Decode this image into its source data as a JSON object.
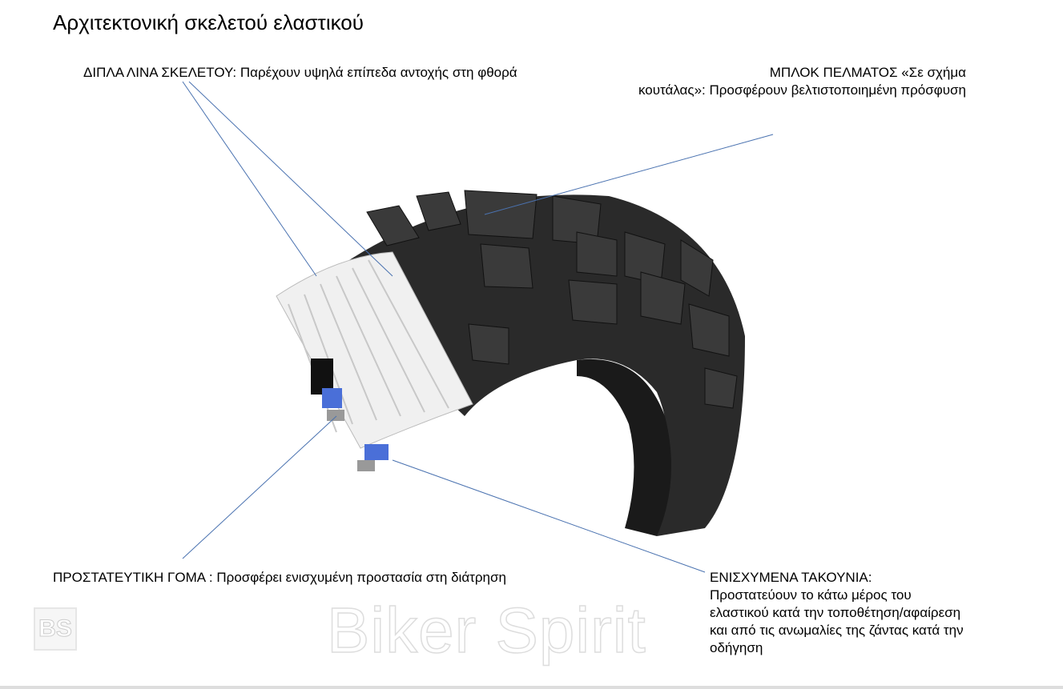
{
  "title": "Αρχιτεκτονική σκελετού ελαστικού",
  "callouts": {
    "carcass": "ΔΙΠΛΑ ΛΙΝΑ ΣΚΕΛΕΤΟΥ: Παρέχουν υψηλά επίπεδα αντοχής στη φθορά",
    "tread_line1": "ΜΠΛΟΚ ΠΕΛΜΑΤΟΣ «Σε σχήμα",
    "tread_line2": "κουτάλας»: Προσφέρουν βελτιστοποιημένη πρόσφυση",
    "rubber": "ΠΡΟΣΤΑΤΕΥΤΙΚΗ ΓΟΜΑ : Προσφέρει ενισχυμένη προστασία στη διάτρηση",
    "bead_title": "ΕΝΙΣΧΥΜΕΝΑ ΤΑΚΟΥΝΙΑ:",
    "bead_text": "Προστατεύουν το κάτω μέρος του ελαστικού κατά την τοποθέτηση/αφαίρεση και από τις ανωμαλίες της ζάντας κατά την οδήγηση"
  },
  "watermark": {
    "logo": "BS",
    "text": "Biker Spirit"
  },
  "colors": {
    "leader": "#4a72b0",
    "tire": "#222222",
    "bead": "#4a6fd8"
  }
}
